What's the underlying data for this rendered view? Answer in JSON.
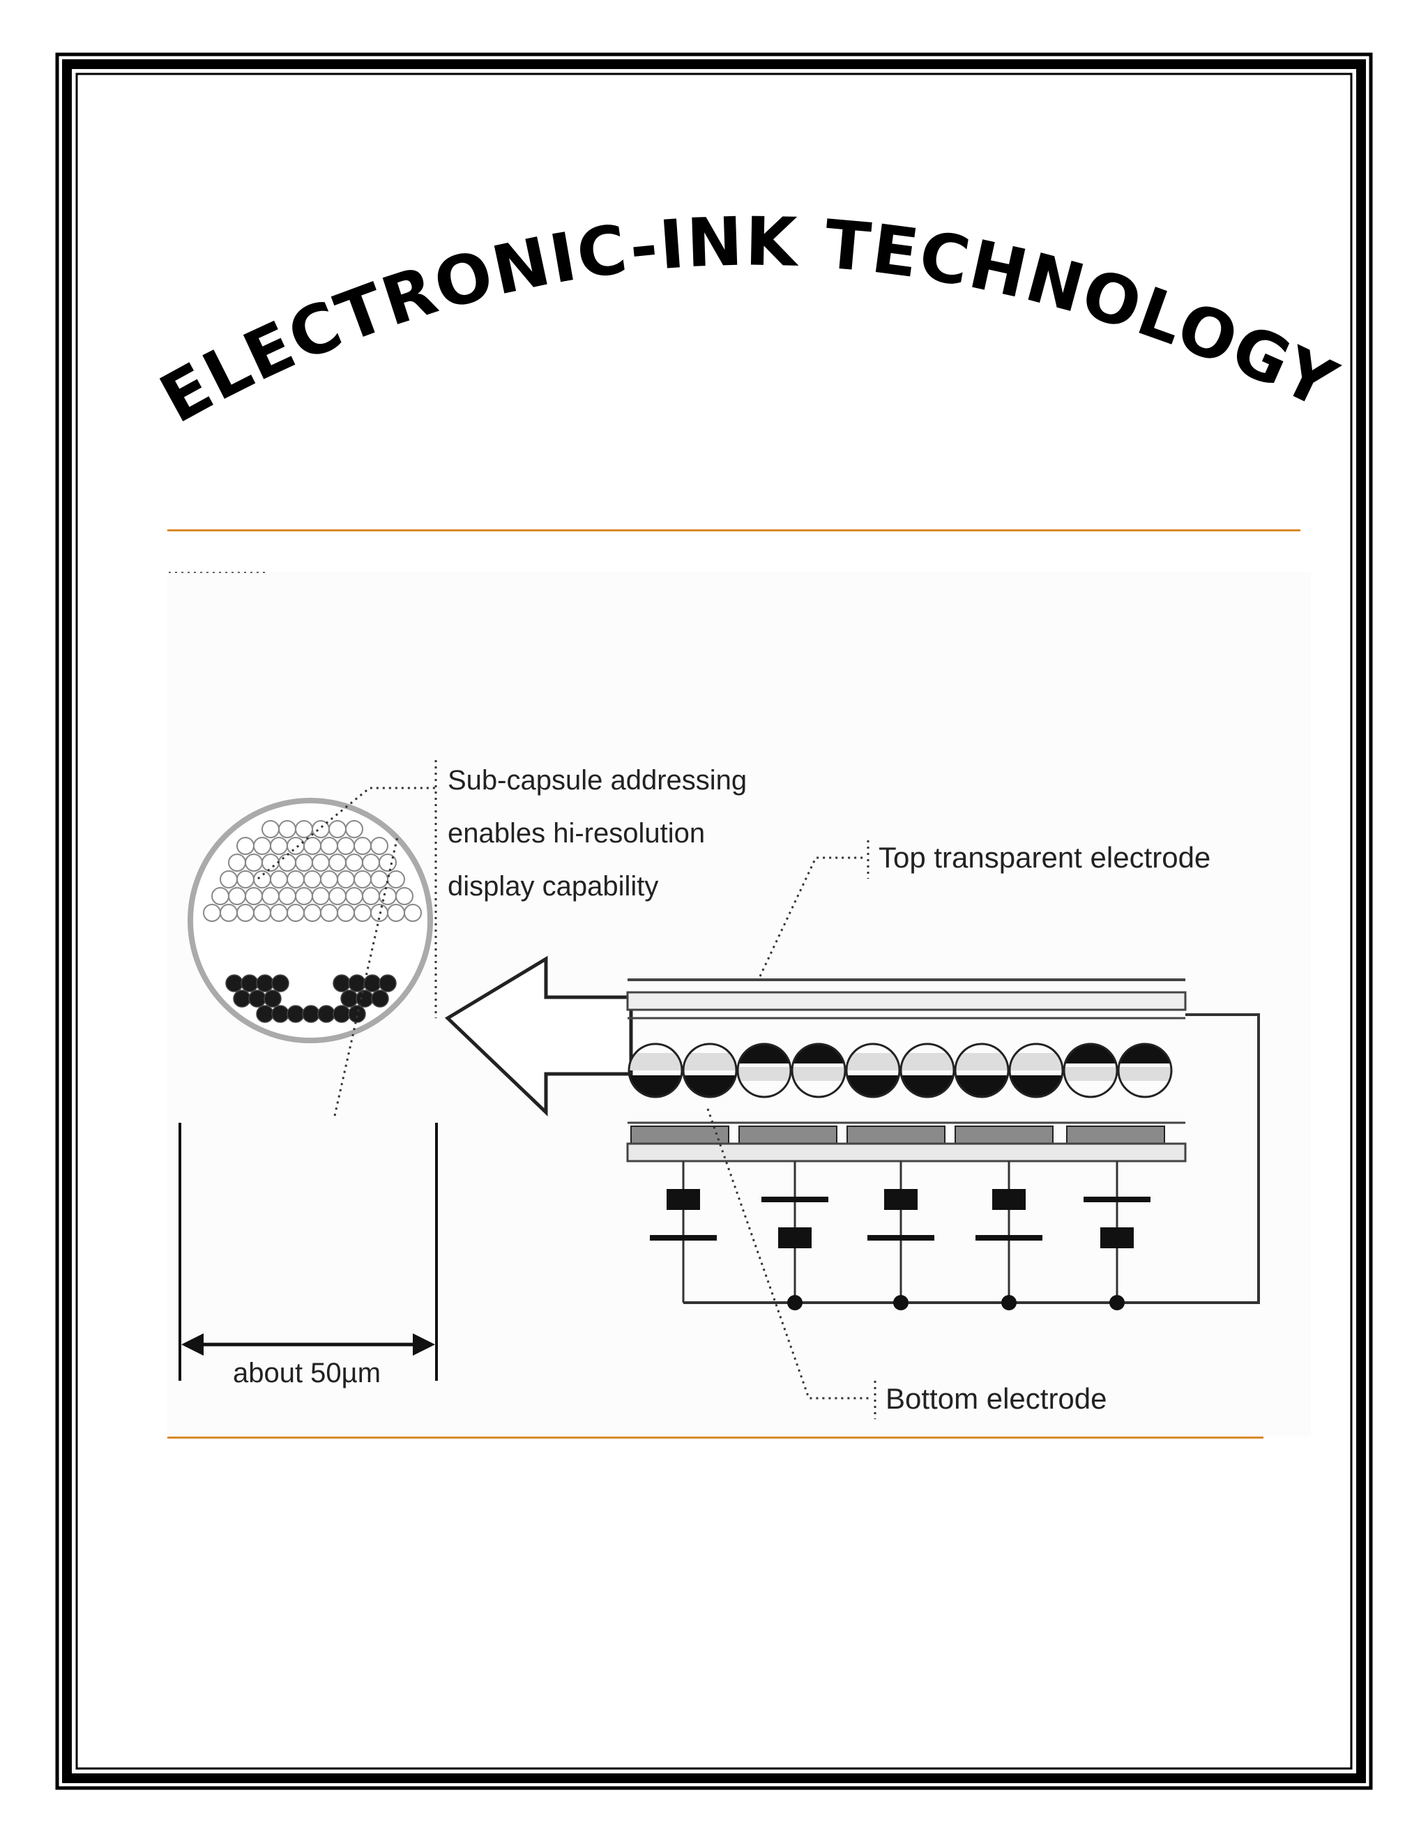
{
  "title": "ELECTRONIC-INK TECHNOLOGY",
  "colors": {
    "frame": "#000000",
    "rule": "#d98a2c",
    "ink": "#111111"
  },
  "diagram": {
    "label_subcapsule": [
      "Sub-capsule addressing",
      "enables hi-resolution",
      "display capability"
    ],
    "label_top": "Top transparent electrode",
    "label_bottom": "Bottom electrode",
    "label_size": "about 50µm"
  }
}
